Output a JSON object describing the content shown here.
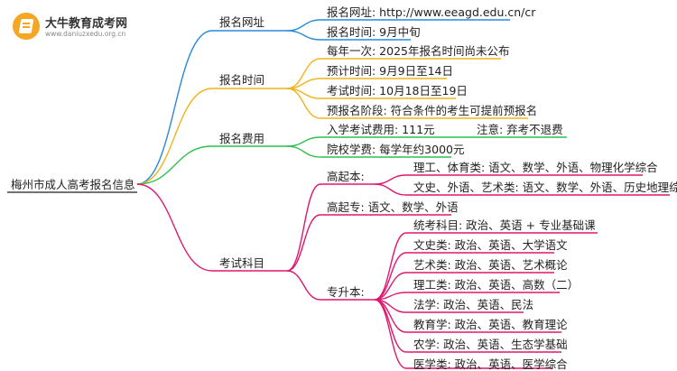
{
  "logo": {
    "name": "大牛教育成考网",
    "url": "www.daniuzxedu.org.cn"
  },
  "root": "梅州市成人高考报名信息",
  "colors": {
    "blue": "#2a8ad8",
    "orange": "#f0b41e",
    "green": "#2fbf4f",
    "pink": "#e0176f"
  },
  "branches": {
    "url": {
      "label": "报名网址",
      "items": [
        "报名网址: http://www.eeagd.edu.cn/cr",
        "报名时间: 9月中旬"
      ]
    },
    "time": {
      "label": "报名时间",
      "items": [
        "每年一次: 2025年报名时间尚未公布",
        "预计时间: 9月9日至14日",
        "考试时间: 10月18日至19日",
        "预报名阶段: 符合条件的考生可提前预报名"
      ]
    },
    "fee": {
      "label": "报名费用",
      "items": [
        "入学考试费用: 111元",
        "院校学费: 每学年约3000元"
      ],
      "note": "注意: 弃考不退费"
    },
    "subjects": {
      "label": "考试科目",
      "gqb": {
        "label": "高起本:",
        "items": [
          "理工、体育类: 语文、数学、外语、物理化学综合",
          "文史、外语、艺术类: 语文、数学、外语、历史地理综合"
        ]
      },
      "gqz": "高起专: 语文、数学、外语",
      "zsb": {
        "label": "专升本:",
        "items": [
          "统考科目: 政治、英语 + 专业基础课",
          "文史类: 政治、英语、大学语文",
          "艺术类: 政治、英语、艺术概论",
          "理工类: 政治、英语、高数（二）",
          "法学: 政治、英语、民法",
          "教育学: 政治、英语、教育理论",
          "农学: 政治、英语、生态学基础",
          "医学类: 政治、英语、医学综合"
        ]
      }
    }
  }
}
